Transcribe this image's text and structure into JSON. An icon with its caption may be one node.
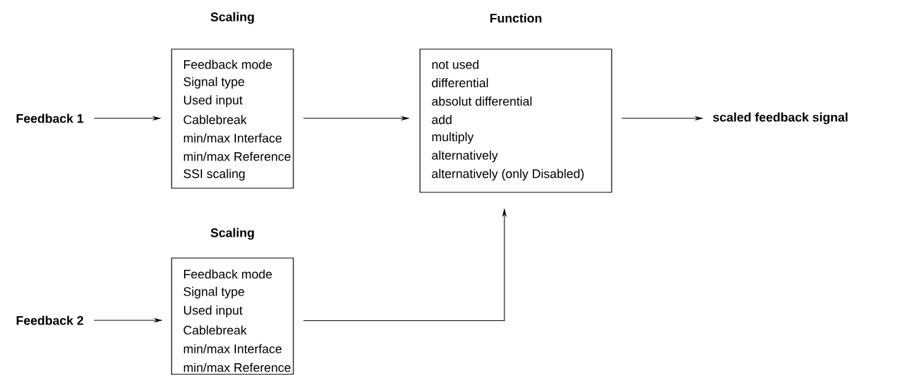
{
  "diagram": {
    "nodes": [
      {
        "text": [
          "Feedback 1"
        ]
      },
      {
        "text": [
          "Scaling",
          "Feedback mode",
          "Signal type",
          "Used input",
          "Cablebreak",
          "min/max Interface",
          "min/max Reference",
          "SSI scaling"
        ]
      },
      {
        "text": [
          "Function",
          "not used",
          "differential",
          "absolut differential",
          "add",
          "multiply",
          "alternatively",
          "alternatively (only Disabled)"
        ]
      },
      {
        "text": [
          "scaled feedback signal"
        ]
      },
      {
        "text": [
          "Feedback 2"
        ]
      },
      {
        "text": [
          "Scaling",
          "Feedback mode",
          "Signal type",
          "Used input",
          "Cablebreak",
          "min/max Interface",
          "min/max Reference"
        ]
      }
    ],
    "edges": [
      {
        "from": 0,
        "to": 1,
        "arrow": "to"
      },
      {
        "from": 1,
        "to": 2,
        "arrow": "to"
      },
      {
        "from": 2,
        "to": 3,
        "arrow": "to"
      },
      {
        "from": 4,
        "to": 5,
        "arrow": "to"
      },
      {
        "from": 5,
        "to": 2,
        "arrow": "to"
      }
    ]
  }
}
